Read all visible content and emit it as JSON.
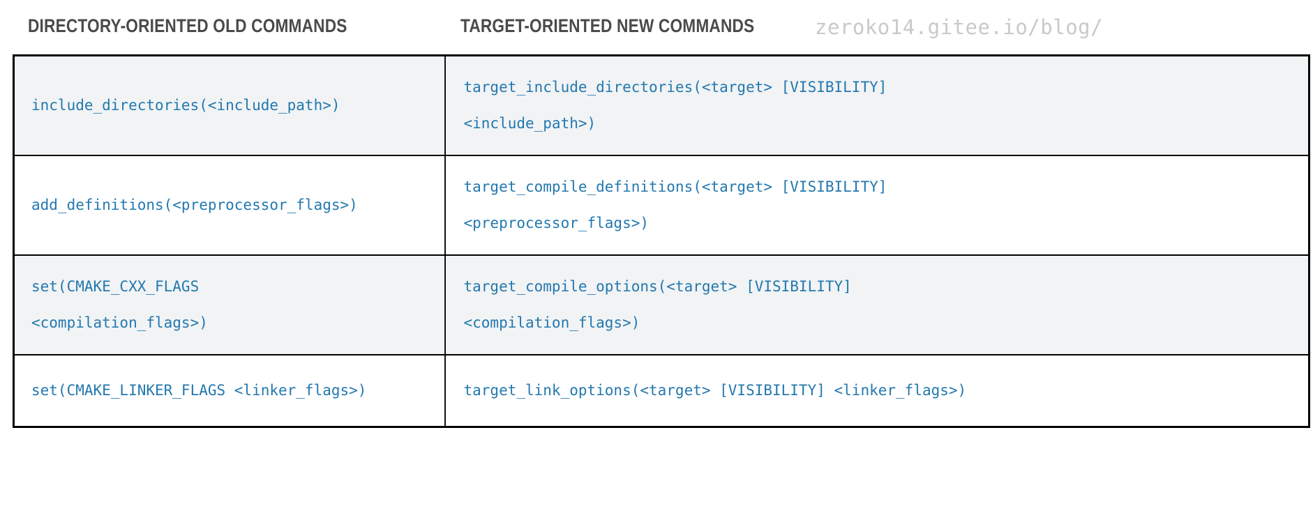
{
  "page": {
    "background_color": "#ffffff",
    "code_color": "#2378ae",
    "header_color": "#4a4a4a",
    "shaded_row_color": "#f1f3f5",
    "border_color": "#000000",
    "watermark_color": "#c9c9c9"
  },
  "watermark": {
    "text": "zeroko14.gitee.io/blog/"
  },
  "table": {
    "headers": [
      "DIRECTORY-ORIENTED OLD COMMANDS",
      "TARGET-ORIENTED NEW COMMANDS"
    ],
    "rows": [
      {
        "shaded": true,
        "old": [
          "include_directories(<include_path>)"
        ],
        "new": [
          "target_include_directories(<target> [VISIBILITY]",
          "<include_path>)"
        ]
      },
      {
        "shaded": false,
        "old": [
          "add_definitions(<preprocessor_flags>)"
        ],
        "new": [
          "target_compile_definitions(<target> [VISIBILITY]",
          "<preprocessor_flags>)"
        ]
      },
      {
        "shaded": true,
        "old": [
          "set(CMAKE_CXX_FLAGS",
          "<compilation_flags>)"
        ],
        "new": [
          "target_compile_options(<target> [VISIBILITY]",
          "<compilation_flags>)"
        ]
      },
      {
        "shaded": false,
        "old": [
          "set(CMAKE_LINKER_FLAGS <linker_flags>)"
        ],
        "new": [
          "target_link_options(<target> [VISIBILITY] <linker_flags>)"
        ]
      }
    ]
  }
}
